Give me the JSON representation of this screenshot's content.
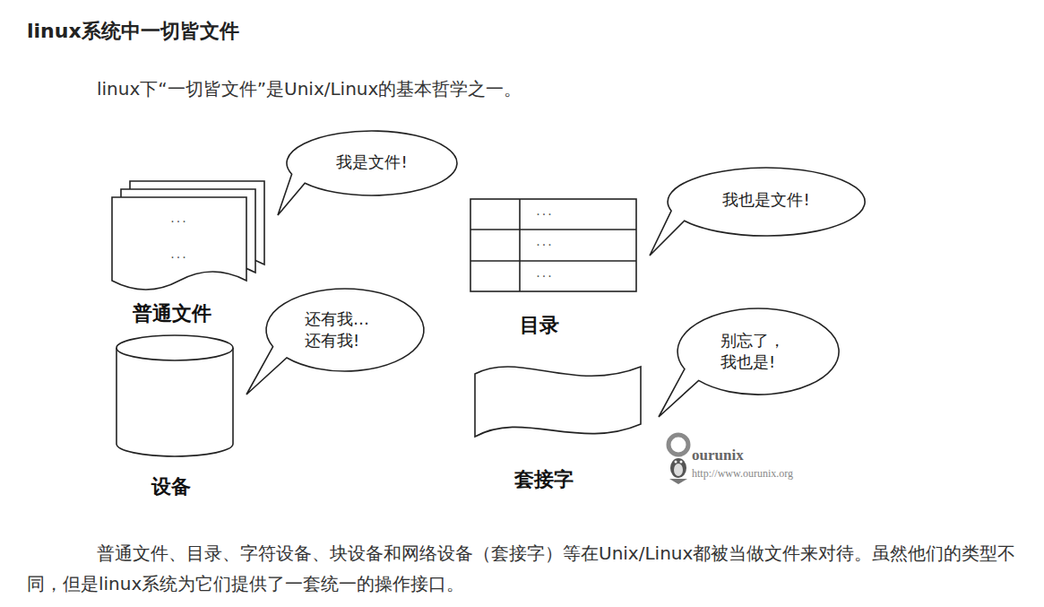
{
  "diagram": {
    "title": "linux系统中一切皆文件",
    "nodes": [
      {
        "text": [
          "···",
          "···",
          "普通文件"
        ]
      },
      {
        "text": [
          "我是文件!"
        ]
      },
      {
        "text": [
          "···",
          "···",
          "···",
          "目录"
        ]
      },
      {
        "text": [
          "我也是文件!"
        ]
      },
      {
        "text": [
          "设备"
        ]
      },
      {
        "text": [
          "还有我… 还有我!"
        ]
      },
      {
        "text": [
          "套接字"
        ]
      },
      {
        "text": [
          "别忘了， 我也是!"
        ]
      }
    ],
    "labels": [
      "linux下“一切皆文件”是Unix/Linux的基本哲学之一。",
      "ourunix",
      "http://www.ourunix.org",
      "普通文件、目录、字符设备、块设备和网络设备（套接字）等在Unix/Linux都被当做文件来对待。虽然他们的类型不同，但是linux系统为它们提供了一套统一的操作接口。"
    ]
  }
}
